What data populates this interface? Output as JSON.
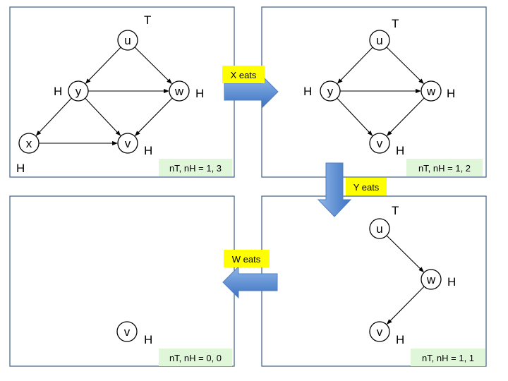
{
  "colors": {
    "panel_border": "#4a6a8c",
    "count_badge_bg": "#dff7d8",
    "step_badge_bg": "#ffff00",
    "arrow_fill": "#5b8fd3"
  },
  "panels": [
    {
      "count_label": "nT, nH = 1, 3",
      "nodes": [
        {
          "id": "u",
          "label": "u",
          "tag": "T"
        },
        {
          "id": "y",
          "label": "y",
          "tag": "H"
        },
        {
          "id": "w",
          "label": "w",
          "tag": "H"
        },
        {
          "id": "x",
          "label": "x",
          "tag": "H"
        },
        {
          "id": "v",
          "label": "v",
          "tag": "H"
        }
      ],
      "edges": [
        [
          "u",
          "y"
        ],
        [
          "u",
          "w"
        ],
        [
          "y",
          "w"
        ],
        [
          "y",
          "x"
        ],
        [
          "y",
          "v"
        ],
        [
          "w",
          "v"
        ],
        [
          "x",
          "v"
        ]
      ]
    },
    {
      "count_label": "nT, nH = 1, 2",
      "nodes": [
        {
          "id": "u",
          "label": "u",
          "tag": "T"
        },
        {
          "id": "y",
          "label": "y",
          "tag": "H"
        },
        {
          "id": "w",
          "label": "w",
          "tag": "H"
        },
        {
          "id": "v",
          "label": "v",
          "tag": "H"
        }
      ],
      "edges": [
        [
          "u",
          "y"
        ],
        [
          "u",
          "w"
        ],
        [
          "y",
          "w"
        ],
        [
          "y",
          "v"
        ],
        [
          "w",
          "v"
        ]
      ]
    },
    {
      "count_label": "nT, nH = 1, 1",
      "nodes": [
        {
          "id": "u",
          "label": "u",
          "tag": "T"
        },
        {
          "id": "w",
          "label": "w",
          "tag": "H"
        },
        {
          "id": "v",
          "label": "v",
          "tag": "H"
        }
      ],
      "edges": [
        [
          "u",
          "w"
        ],
        [
          "w",
          "v"
        ]
      ]
    },
    {
      "count_label": "nT, nH = 0, 0",
      "nodes": [
        {
          "id": "v",
          "label": "v",
          "tag": "H"
        }
      ],
      "edges": []
    }
  ],
  "steps": [
    "X eats",
    "Y eats",
    "W eats"
  ]
}
